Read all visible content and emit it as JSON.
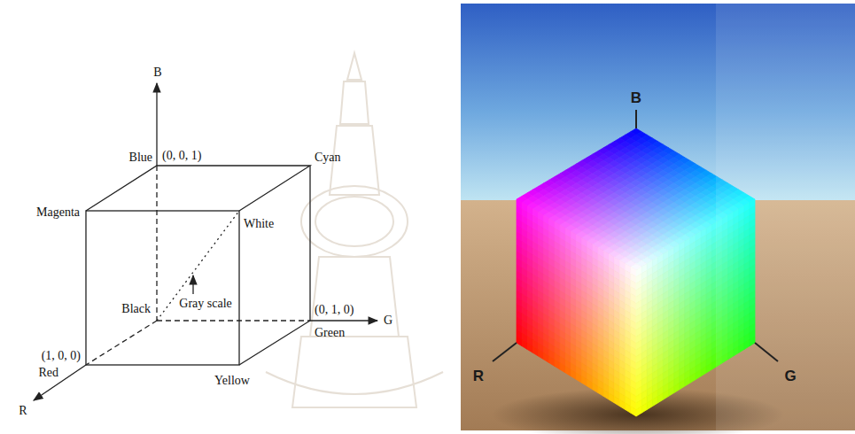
{
  "diagram": {
    "labels": [
      "B",
      "(0, 0, 1)",
      "Blue",
      "Cyan",
      "Magenta",
      "White",
      "Gray scale",
      "Black",
      "(0, 1, 0)",
      "Green",
      "G",
      "(1, 0, 0)",
      "Red",
      "Yellow",
      "R",
      "B",
      "R",
      "G"
    ]
  }
}
